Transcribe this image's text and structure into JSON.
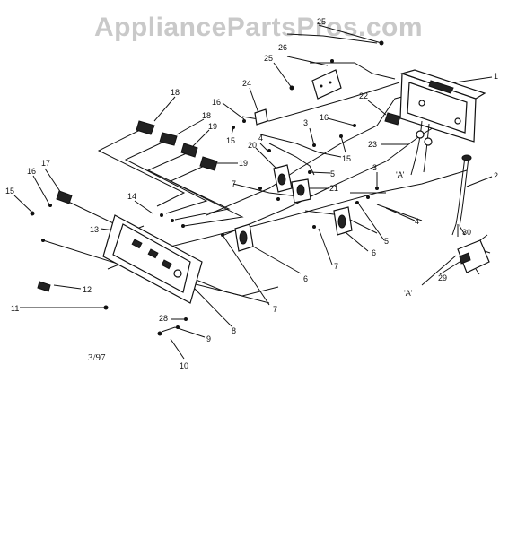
{
  "watermark": "AppliancePartsPros.com",
  "date_code": "3/97",
  "view_marker": "'A'",
  "callouts": [
    {
      "id": "c1",
      "text": "1"
    },
    {
      "id": "c2",
      "text": "2"
    },
    {
      "id": "c3a",
      "text": "3"
    },
    {
      "id": "c3b",
      "text": "3"
    },
    {
      "id": "c4a",
      "text": "4"
    },
    {
      "id": "c4b",
      "text": "4"
    },
    {
      "id": "c5a",
      "text": "5"
    },
    {
      "id": "c5b",
      "text": "5"
    },
    {
      "id": "c6a",
      "text": "6"
    },
    {
      "id": "c6b",
      "text": "6"
    },
    {
      "id": "c7a",
      "text": "7"
    },
    {
      "id": "c7b",
      "text": "7"
    },
    {
      "id": "c7c",
      "text": "7"
    },
    {
      "id": "c8",
      "text": "8"
    },
    {
      "id": "c9",
      "text": "9"
    },
    {
      "id": "c10",
      "text": "10"
    },
    {
      "id": "c11",
      "text": "11"
    },
    {
      "id": "c12",
      "text": "12"
    },
    {
      "id": "c13",
      "text": "13"
    },
    {
      "id": "c14",
      "text": "14"
    },
    {
      "id": "c15a",
      "text": "15"
    },
    {
      "id": "c15b",
      "text": "15"
    },
    {
      "id": "c15c",
      "text": "15"
    },
    {
      "id": "c16a",
      "text": "16"
    },
    {
      "id": "c16b",
      "text": "16"
    },
    {
      "id": "c16c",
      "text": "16"
    },
    {
      "id": "c17",
      "text": "17"
    },
    {
      "id": "c18a",
      "text": "18"
    },
    {
      "id": "c18b",
      "text": "18"
    },
    {
      "id": "c19a",
      "text": "19"
    },
    {
      "id": "c19b",
      "text": "19"
    },
    {
      "id": "c20",
      "text": "20"
    },
    {
      "id": "c21",
      "text": "21"
    },
    {
      "id": "c22",
      "text": "22"
    },
    {
      "id": "c23",
      "text": "23"
    },
    {
      "id": "c24",
      "text": "24"
    },
    {
      "id": "c25a",
      "text": "25"
    },
    {
      "id": "c25b",
      "text": "25"
    },
    {
      "id": "c26",
      "text": "26"
    },
    {
      "id": "c28",
      "text": "28"
    },
    {
      "id": "c29",
      "text": "29"
    },
    {
      "id": "c30",
      "text": "30"
    }
  ]
}
